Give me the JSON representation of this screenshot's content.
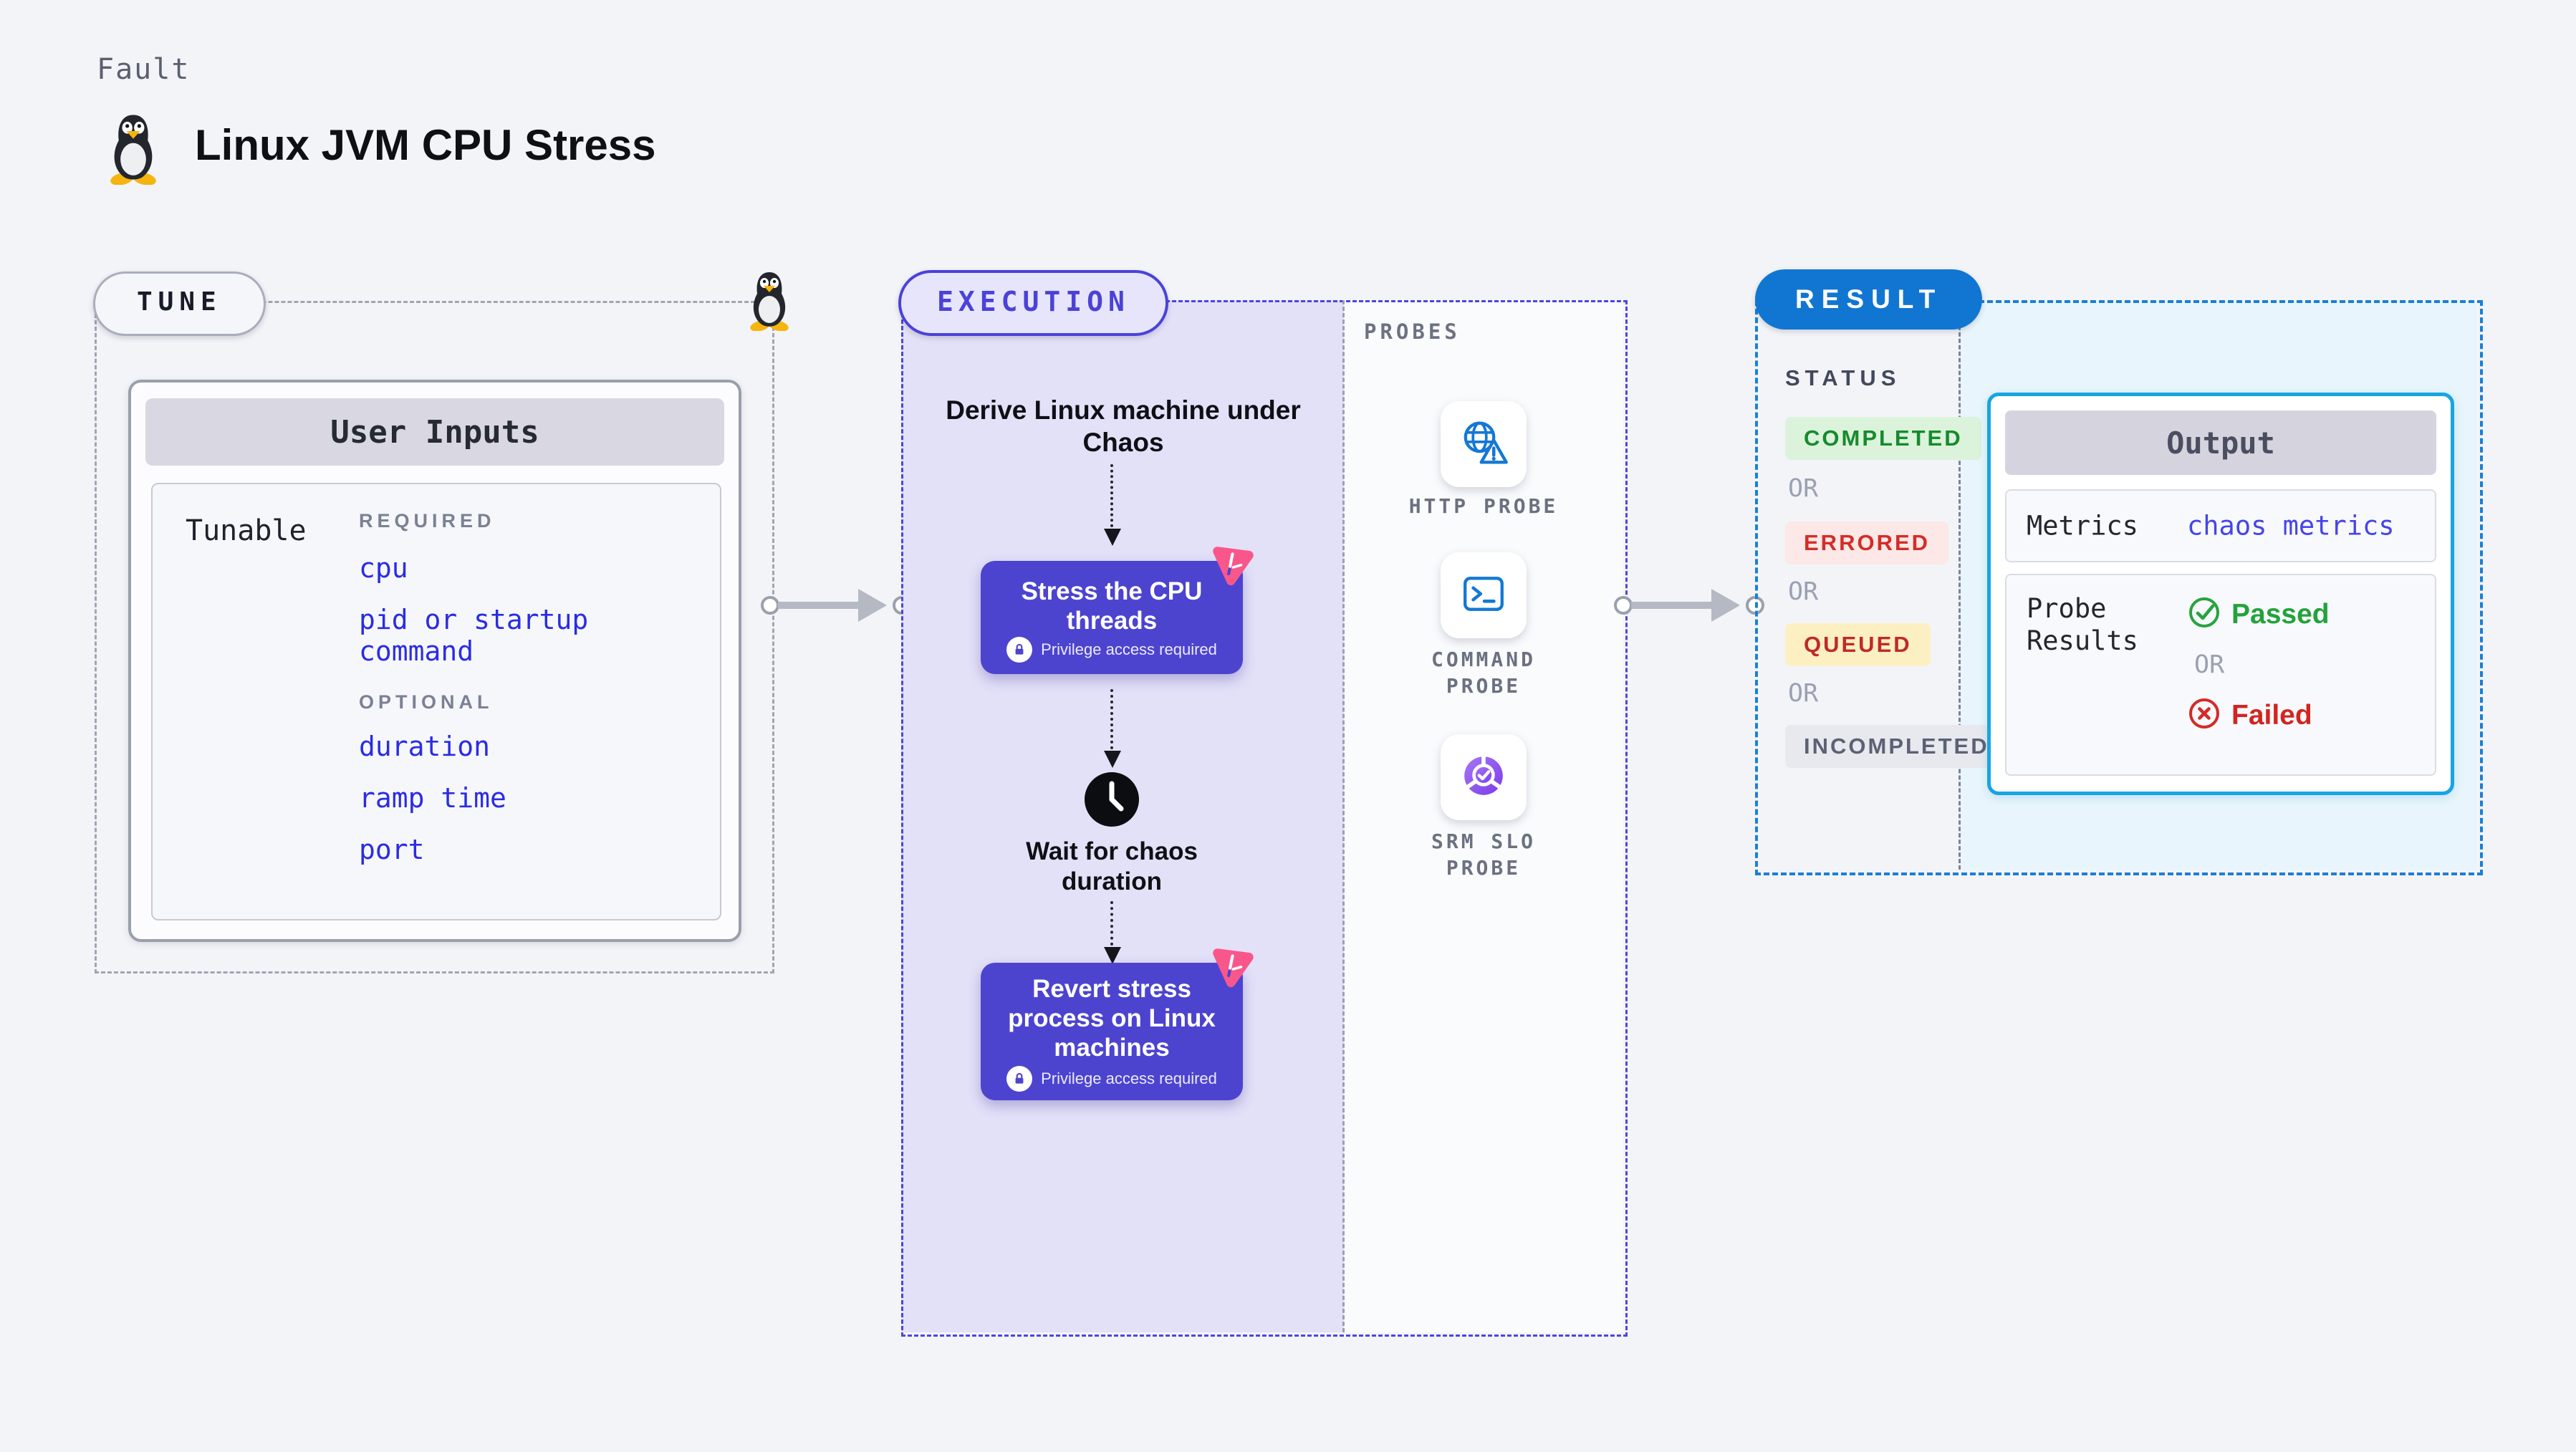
{
  "header": {
    "fault_label": "Fault",
    "title": "Linux JVM CPU Stress"
  },
  "tune": {
    "pill": "TUNE",
    "card_title": "User Inputs",
    "row_label": "Tunable",
    "required_label": "REQUIRED",
    "required_items": [
      "cpu",
      "pid or startup command"
    ],
    "optional_label": "OPTIONAL",
    "optional_items": [
      "duration",
      "ramp time",
      "port"
    ]
  },
  "execution": {
    "pill": "EXECUTION",
    "derive_step": "Derive Linux machine under Chaos",
    "stress_step": "Stress the CPU threads",
    "privilege_note": "Privilege access required",
    "wait_step": "Wait for chaos duration",
    "revert_step": "Revert stress process on Linux machines",
    "probes_label": "PROBES",
    "probes": [
      {
        "label": "HTTP PROBE",
        "icon": "globe-alert-icon"
      },
      {
        "label": "COMMAND PROBE",
        "icon": "terminal-icon"
      },
      {
        "label": "SRM SLO PROBE",
        "icon": "slo-gauge-icon"
      }
    ]
  },
  "result": {
    "pill": "RESULT",
    "status_label": "STATUS",
    "or_label": "OR",
    "statuses": [
      {
        "label": "COMPLETED",
        "bg": "#dbf3db",
        "color": "#178a2e"
      },
      {
        "label": "ERRORED",
        "bg": "#fce8e6",
        "color": "#d22e29"
      },
      {
        "label": "QUEUED",
        "bg": "#fcf0c3",
        "color": "#c02a26"
      },
      {
        "label": "INCOMPLETED",
        "bg": "#e8e9ef",
        "color": "#5c6274"
      }
    ],
    "output": {
      "title": "Output",
      "metrics_label": "Metrics",
      "metrics_value": "chaos metrics",
      "probe_results_label": "Probe Results",
      "passed_label": "Passed",
      "failed_label": "Failed"
    }
  },
  "colors": {
    "page_bg": "#f3f4f8",
    "action_card_indigo": "#4c44cf",
    "execution_bg": "#e3e1f8",
    "execution_dash": "#4e45e0",
    "result_blue": "#1176d2",
    "result_dash": "#1b7fd7",
    "output_border_cyan": "#16a5e3",
    "link_blue": "#2b2ce4",
    "chaos_pink": "#f9578c",
    "passed_green": "#23a33b",
    "failed_red": "#d2251f",
    "probe_icon_blue": "#1478d4"
  }
}
